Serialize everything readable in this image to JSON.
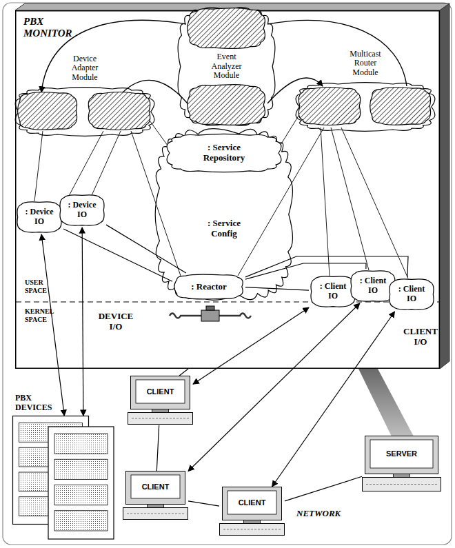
{
  "diagram": {
    "nodes": [
      {
        "text": [
          "PBX MONITOR"
        ]
      },
      {
        "text": [
          "Event Analyzer Module"
        ],
        "in": 0
      },
      {
        "text": [
          "Device Adapter Module"
        ],
        "in": 0
      },
      {
        "text": [
          "Multicast Router Module"
        ],
        "in": 0
      },
      {
        "text": [
          ": Service Config"
        ],
        "in": 0
      },
      {
        "text": [
          ": Service Repository"
        ],
        "in": 4
      },
      {
        "text": [
          ": Reactor"
        ],
        "in": 4
      },
      {
        "text": [
          ": Device IO"
        ],
        "in": 0
      },
      {
        "text": [
          ": Device IO"
        ],
        "in": 0
      },
      {
        "text": [
          ": Client IO"
        ],
        "in": 0
      },
      {
        "text": [
          ": Client IO"
        ],
        "in": 0
      },
      {
        "text": [
          ": Client IO"
        ],
        "in": 0
      },
      {
        "text": [
          "PBX DEVICES"
        ]
      },
      {
        "text": [
          "CLIENT"
        ]
      },
      {
        "text": [
          "CLIENT"
        ]
      },
      {
        "text": [
          "CLIENT"
        ]
      },
      {
        "text": [
          "SERVER"
        ]
      }
    ],
    "edges": [
      {
        "from": 6,
        "to": 7,
        "arrow": "none"
      },
      {
        "from": 6,
        "to": 8,
        "arrow": "none"
      },
      {
        "from": 6,
        "to": 9,
        "arrow": "none"
      },
      {
        "from": 6,
        "to": 10,
        "arrow": "none"
      },
      {
        "from": 6,
        "to": 11,
        "arrow": "none"
      },
      {
        "from": 7,
        "to": 12,
        "arrow": "both"
      },
      {
        "from": 8,
        "to": 12,
        "arrow": "both"
      },
      {
        "from": 9,
        "to": 13,
        "arrow": "both"
      },
      {
        "from": 10,
        "to": 14,
        "arrow": "both"
      },
      {
        "from": 11,
        "to": 15,
        "arrow": "both"
      },
      {
        "from": 0,
        "to": 13,
        "arrow": "none"
      },
      {
        "from": 13,
        "to": 14,
        "arrow": "none"
      },
      {
        "from": 14,
        "to": 15,
        "arrow": "none"
      },
      {
        "from": 15,
        "to": 16,
        "arrow": "none"
      }
    ],
    "labels": [
      "USER SPACE",
      "KERNEL SPACE",
      "DEVICE I/O",
      "CLIENT I/O",
      "NETWORK"
    ]
  }
}
